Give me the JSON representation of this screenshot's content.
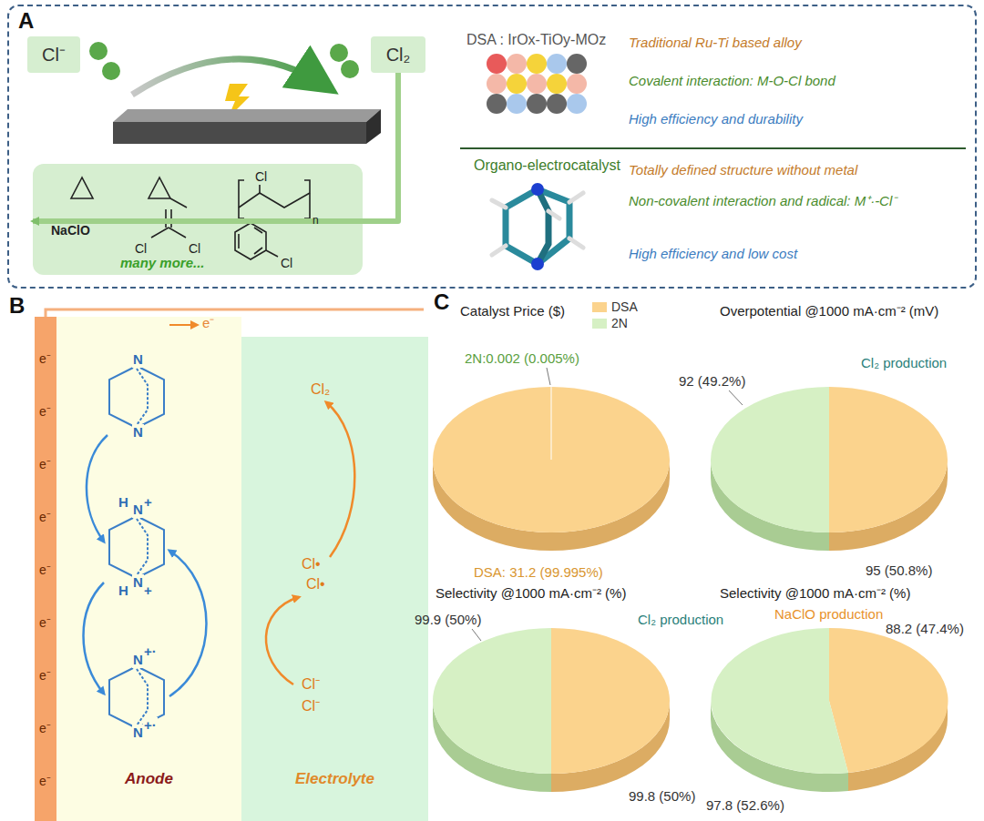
{
  "diagram": {
    "nodes": [
      {
        "text": [
          "A"
        ]
      },
      {
        "text": [
          "Cl⁻"
        ],
        "in": 0
      },
      {
        "text": [
          "Cl₂"
        ],
        "in": 0
      },
      {
        "text": [
          "Cl",
          "n",
          "NaClO",
          "Cl",
          "Cl",
          "Cl",
          "many more..."
        ],
        "in": 0
      },
      {
        "text": [
          "Anode"
        ]
      },
      {
        "text": [
          "Electrolyte"
        ]
      }
    ],
    "edges": [
      {
        "from": 2,
        "to": 3,
        "arrow": "to"
      }
    ],
    "labels": [
      "DSA : IrOx-TiOy-MOz",
      "Traditional Ru-Ti based alloy",
      "Covalent interaction: M-O-Cl bond",
      "High efficiency and durability",
      "Organo-electrocatalyst",
      "Totally defined structure without metal",
      "Non-covalent interaction and radical: M⁺·-Cl⁻",
      "High efficiency and low cost",
      "B",
      "e⁻",
      "e⁻",
      "e⁻",
      "e⁻",
      "e⁻",
      "e⁻",
      "e⁻",
      "e⁻",
      "e⁻",
      "e⁻",
      "N",
      "N",
      "H",
      "N",
      "+",
      "N",
      "H",
      "+",
      "N",
      "+·",
      "N",
      "+·",
      "Cl₂",
      "Cl•",
      "Cl•",
      "Cl⁻",
      "Cl⁻",
      "C",
      "Catalyst Price ($)",
      "2N:0.002 (0.005%)",
      "DSA: 31.2 (99.995%)",
      "Overpotential @1000 mA·cm⁻² (mV)",
      "92 (49.2%)",
      "Cl₂ production",
      "95 (50.8%)",
      "Selectivity @1000 mA·cm⁻² (%)",
      "99.9 (50%)",
      "Cl₂ production",
      "99.8 (50%)",
      "Selectivity @1000 mA·cm⁻² (%)",
      "NaClO production",
      "88.2 (47.4%)",
      "97.8 (52.6%)"
    ],
    "legend": [
      {
        "text": "DSA",
        "color": "#fbd38d"
      },
      {
        "text": "2N",
        "color": "#d6f0c4"
      }
    ]
  }
}
